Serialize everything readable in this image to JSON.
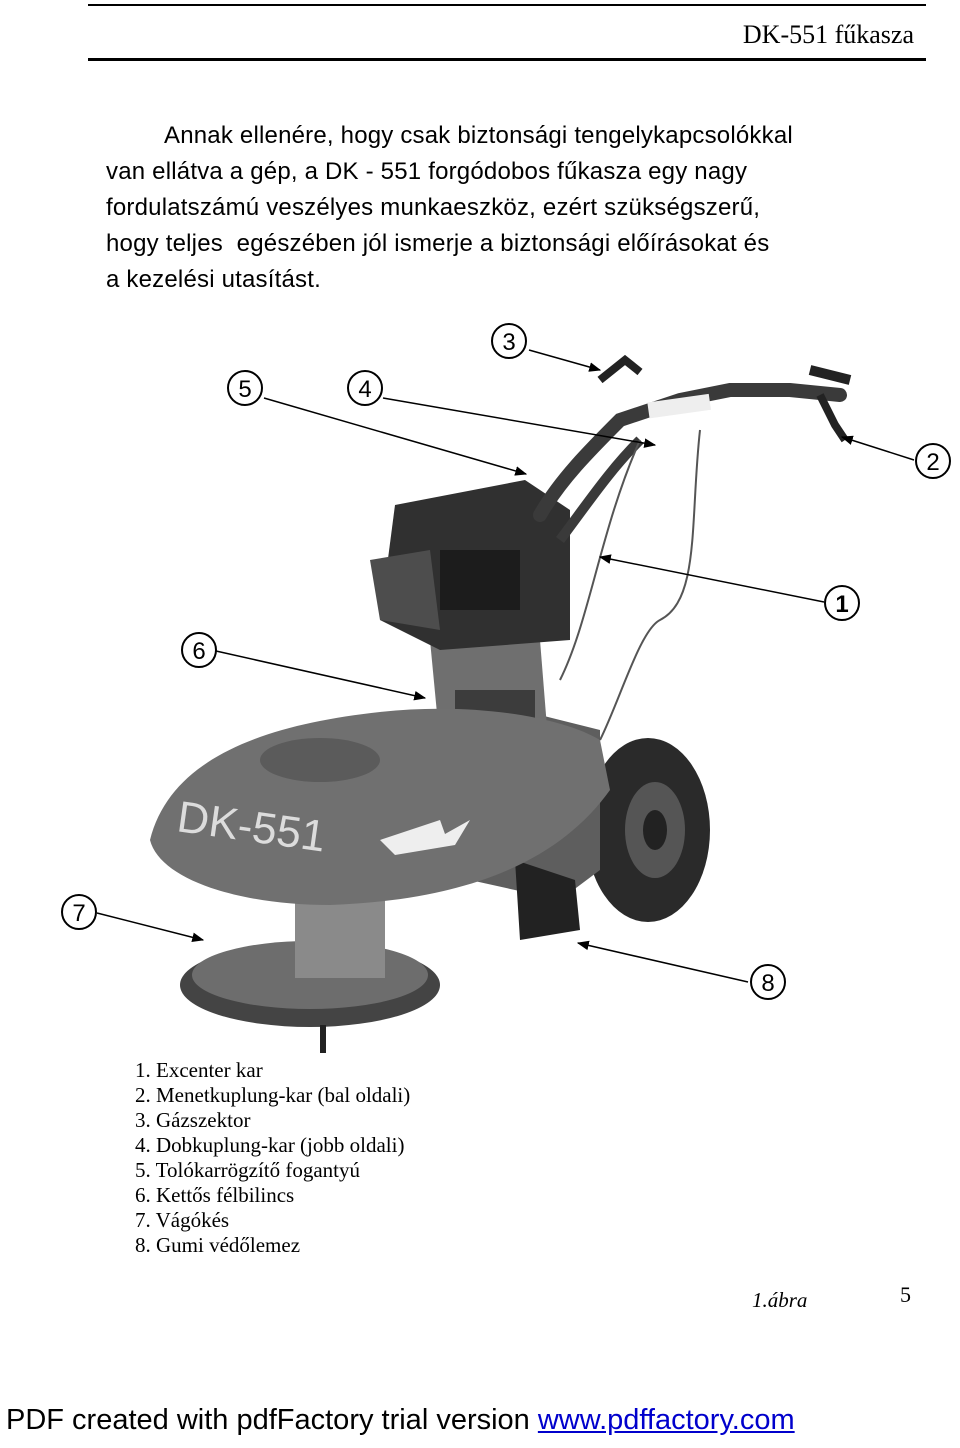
{
  "header": {
    "title": "DK-551 fűkasza"
  },
  "intro": {
    "lines": [
      "Annak ellenére, hogy csak biztonsági tengelykapcsolókkal",
      "van ellátva a gép, a DK - 551 forgódobos fűkasza egy nagy",
      "fordulatszámú veszélyes munkaeszköz, ezért szükségszerű,",
      "hogy teljes  egészében jól ismerje a biztonsági előírásokat és",
      "a kezelési utasítást."
    ]
  },
  "figure": {
    "machine_label": "DK-551",
    "callouts": [
      "1",
      "2",
      "3",
      "4",
      "5",
      "6",
      "7",
      "8"
    ],
    "legend": [
      "1. Excenter kar",
      "2. Menetkuplung-kar (bal oldali)",
      "3. Gázszektor",
      "4. Dobkuplung-kar (jobb oldali)",
      "5. Tolókarrögzítő fogantyú",
      "6. Kettős félbilincs",
      "7. Vágókés",
      "8. Gumi védőlemez"
    ],
    "caption": "1.ábra"
  },
  "page_number": "5",
  "footer": {
    "prefix": "PDF created with pdfFactory trial version ",
    "link": "www.pdffactory.com"
  }
}
